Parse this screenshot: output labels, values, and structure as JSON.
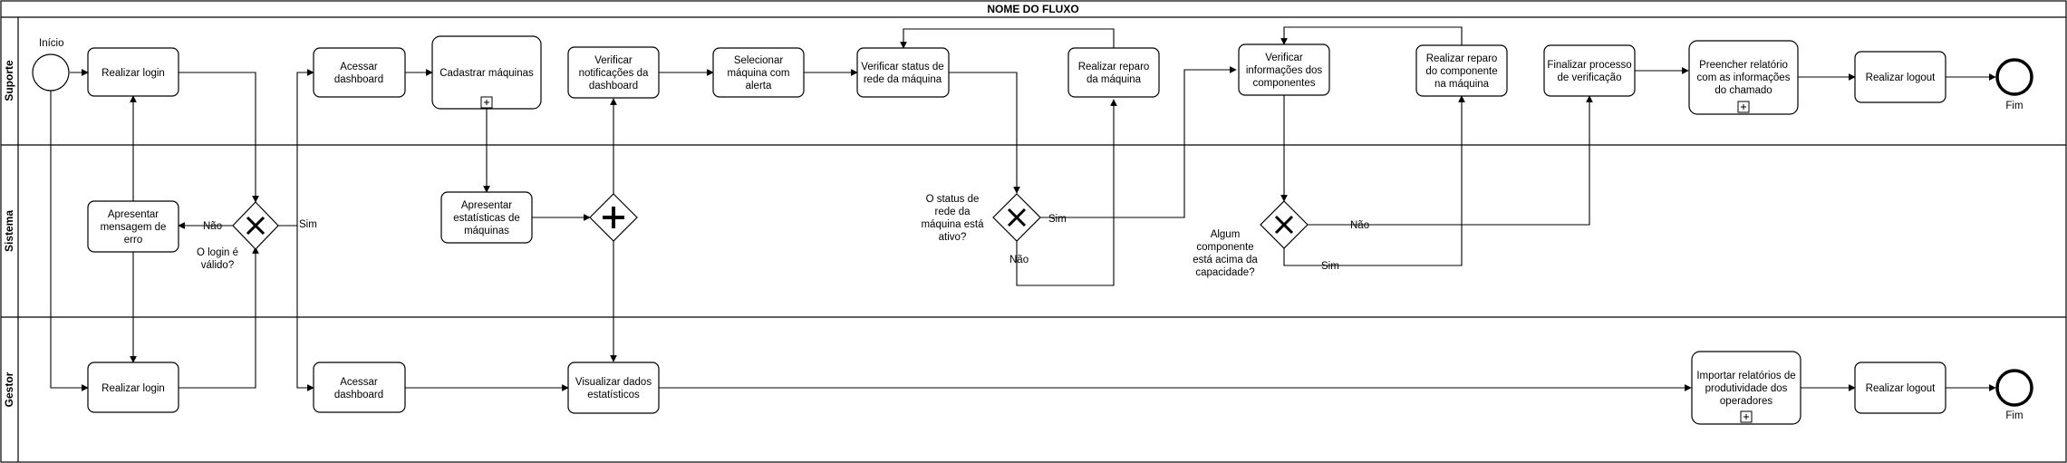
{
  "pool": {
    "title": "NOME DO FLUXO"
  },
  "lanes": {
    "suporte": "Suporte",
    "sistema": "Sistema",
    "gestor": "Gestor"
  },
  "events": {
    "start_label": "Início",
    "end_suporte_label": "Fim",
    "end_gestor_label": "Fim"
  },
  "tasks": {
    "s_login": [
      "Realizar login"
    ],
    "s_dashboard": [
      "Acessar",
      "dashboard"
    ],
    "s_cadastrar": [
      "Cadastrar máquinas"
    ],
    "s_notif": [
      "Verificar",
      "notificações da",
      "dashboard"
    ],
    "s_selecionar": [
      "Selecionar",
      "máquina com",
      "alerta"
    ],
    "s_status": [
      "Verificar status de",
      "rede da máquina"
    ],
    "s_reparo": [
      "Realizar reparo",
      "da máquina"
    ],
    "s_info": [
      "Verificar",
      "informações dos",
      "componentes"
    ],
    "s_reparo_comp": [
      "Realizar reparo",
      "do componente",
      "na máquina"
    ],
    "s_finalizar": [
      "Finalizar processo",
      "de verificação"
    ],
    "s_relatorio": [
      "Preencher relatório",
      "com as informações",
      "do chamado"
    ],
    "s_logout": [
      "Realizar logout"
    ],
    "y_erro": [
      "Apresentar",
      "mensagem de",
      "erro"
    ],
    "y_stats": [
      "Apresentar",
      "estatísticas de",
      "máquinas"
    ],
    "g_login": [
      "Realizar login"
    ],
    "g_dashboard": [
      "Acessar",
      "dashboard"
    ],
    "g_visualizar": [
      "Visualizar dados",
      "estatísticos"
    ],
    "g_importar": [
      "Importar relatórios de",
      "produtividade dos",
      "operadores"
    ],
    "g_logout": [
      "Realizar logout"
    ]
  },
  "gateways": {
    "login": [
      "O login é",
      "válido?"
    ],
    "status": [
      "O status de",
      "rede da",
      "máquina está",
      "ativo?"
    ],
    "comp": [
      "Algum",
      "componente",
      "está acima da",
      "capacidade?"
    ]
  },
  "flow_labels": {
    "login_nao": "Não",
    "login_sim": "Sim",
    "status_sim": "Sim",
    "status_nao": "Não",
    "comp_nao": "Não",
    "comp_sim": "Sim"
  }
}
